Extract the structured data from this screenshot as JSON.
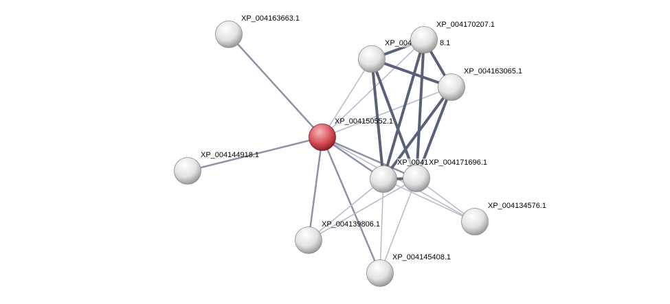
{
  "colors": {
    "query_node": "#d9545a",
    "node": "#e6e6e6",
    "edge_strong": "#5a6078",
    "edge_medium": "#8d91a8",
    "edge_weak": "#b9bcce"
  },
  "nodes": [
    {
      "id": "A",
      "label": "XP_004163663.1",
      "query": false
    },
    {
      "id": "B",
      "label": "XP_004170207.1",
      "query": false
    },
    {
      "id": "C",
      "label": "XP_004",
      "label_tail": "8.1",
      "query": false
    },
    {
      "id": "D",
      "label": "XP_004163065.1",
      "query": false
    },
    {
      "id": "E",
      "label": "XP_004150552.1",
      "query": true
    },
    {
      "id": "F",
      "label": "XP_004144918.1",
      "query": false
    },
    {
      "id": "G",
      "label": "XP_0041",
      "query": false
    },
    {
      "id": "H",
      "label": "XP_004171696.1",
      "query": false
    },
    {
      "id": "I",
      "label": "XP_004134576.1",
      "query": false
    },
    {
      "id": "J",
      "label": "XP_004139806.1",
      "query": false
    },
    {
      "id": "K",
      "label": "XP_004145408.1",
      "query": false
    }
  ],
  "edges": [
    [
      "E",
      "A",
      "medium"
    ],
    [
      "E",
      "F",
      "medium"
    ],
    [
      "E",
      "C",
      "weak"
    ],
    [
      "E",
      "B",
      "weak"
    ],
    [
      "E",
      "D",
      "weak"
    ],
    [
      "E",
      "G",
      "medium"
    ],
    [
      "E",
      "H",
      "medium"
    ],
    [
      "E",
      "J",
      "medium"
    ],
    [
      "E",
      "K",
      "medium"
    ],
    [
      "E",
      "I",
      "weak"
    ],
    [
      "C",
      "B",
      "strong"
    ],
    [
      "C",
      "D",
      "strong"
    ],
    [
      "C",
      "G",
      "strong"
    ],
    [
      "C",
      "H",
      "strong"
    ],
    [
      "B",
      "D",
      "strong"
    ],
    [
      "B",
      "G",
      "strong"
    ],
    [
      "B",
      "H",
      "strong"
    ],
    [
      "D",
      "G",
      "strong"
    ],
    [
      "D",
      "H",
      "strong"
    ],
    [
      "G",
      "H",
      "strong"
    ],
    [
      "G",
      "I",
      "weak"
    ],
    [
      "H",
      "I",
      "weak"
    ],
    [
      "G",
      "J",
      "weak"
    ],
    [
      "G",
      "K",
      "weak"
    ],
    [
      "H",
      "J",
      "weak"
    ],
    [
      "H",
      "K",
      "weak"
    ]
  ]
}
